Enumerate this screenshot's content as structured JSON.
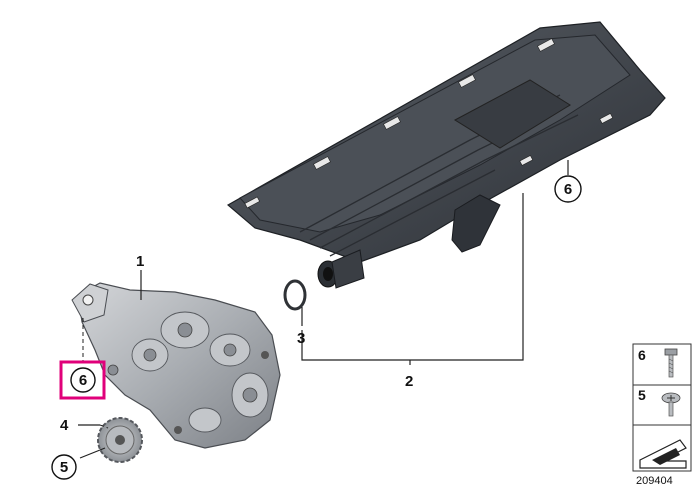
{
  "callouts": {
    "pump": "1",
    "assembly": "2",
    "oring": "3",
    "sprocket": "4",
    "screw_sprocket": "5",
    "bolt_pump": "6",
    "bolt_pan": "6"
  },
  "legend": {
    "item_6": "6",
    "item_5": "5"
  },
  "reference_number": "209404",
  "colors": {
    "highlight": "#e0007a",
    "part_dark": "#3d4248",
    "part_light": "#b9bcc0"
  }
}
